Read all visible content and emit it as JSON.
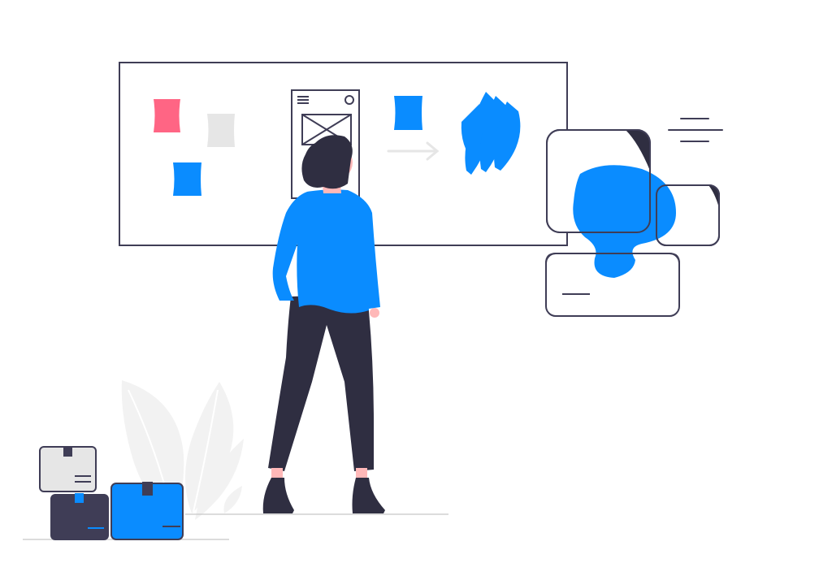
{
  "colors": {
    "background": "#ffffff",
    "outline": "#3f3d56",
    "accent_blue": "#0a8cff",
    "accent_red": "#ff6584",
    "light_gray": "#e6e6e6",
    "dark_navy": "#2f2e41",
    "skin": "#ffb8b8",
    "faint_gray": "#f2f2f2"
  },
  "icons": [
    "whiteboard",
    "sticky-note",
    "wireframe-card",
    "hamburger-menu-icon",
    "image-placeholder-icon",
    "arrow-right-icon",
    "stacked-shapes-icon",
    "speed-lines-icon",
    "floating-window",
    "blob-shape",
    "woman-figure",
    "leaf-plant",
    "cardboard-box"
  ]
}
